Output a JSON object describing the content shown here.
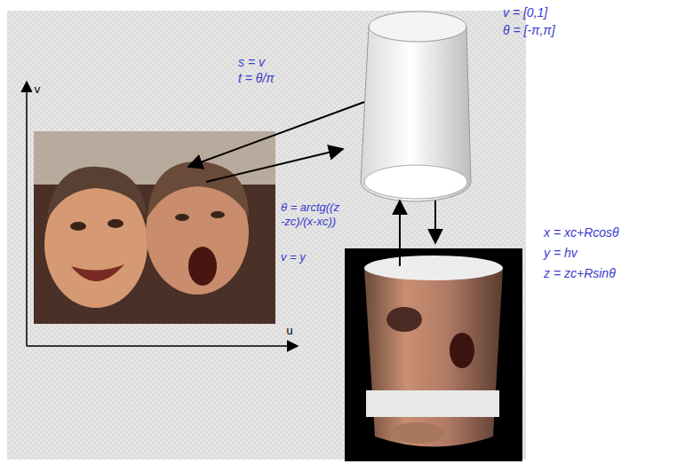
{
  "diagram": {
    "labels": [
      "v = [0,1]",
      "θ = [-π,π]",
      "s = v",
      "t = θ/π",
      "θ = arctg((z-zc)/(x-xc))",
      "v = y",
      "x = xc+Rcosθ",
      "y = hv",
      "z = zc+Rsinθ",
      "v",
      "u"
    ]
  }
}
